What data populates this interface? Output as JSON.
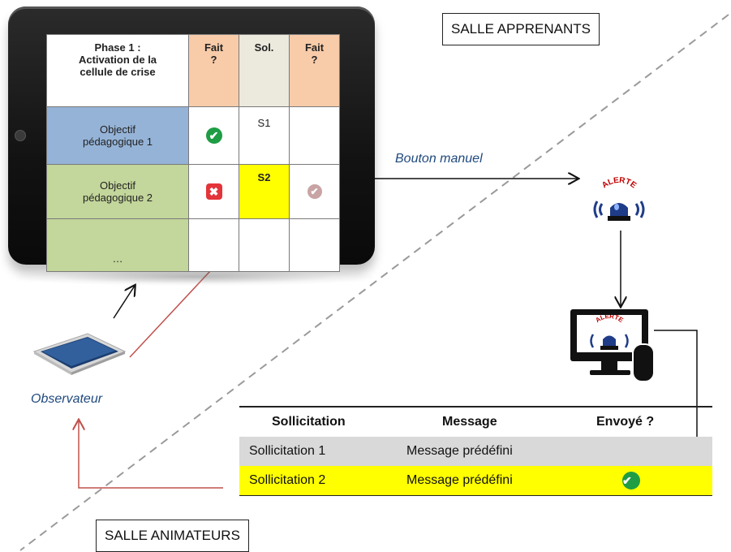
{
  "rooms": {
    "learners": "SALLE APPRENANTS",
    "facilitators": "SALLE ANIMATEURS"
  },
  "tablet_table": {
    "headers": [
      "Phase 1 :\nActivation de la\ncellule de crise",
      "Fait\n?",
      "Sol.",
      "Fait\n?"
    ],
    "rows": [
      {
        "objective": "Objectif\npédagogique 1",
        "done": "check-green",
        "solicitation": "S1",
        "done2": ""
      },
      {
        "objective": "Objectif\npédagogique 2",
        "done": "cross-red",
        "solicitation": "S2",
        "done2": "check-grey"
      },
      {
        "objective": "…",
        "done": "",
        "solicitation": "",
        "done2": ""
      }
    ]
  },
  "labels": {
    "manual_button": "Bouton manuel",
    "observer": "Observateur",
    "alert_text": "ALERTE"
  },
  "bottom_table": {
    "headers": [
      "Sollicitation",
      "Message",
      "Envoyé ?"
    ],
    "rows": [
      {
        "solicitation": "Sollicitation 1",
        "message": "Message prédéfini",
        "sent": ""
      },
      {
        "solicitation": "Sollicitation 2",
        "message": "Message prédéfini",
        "sent": "check-green"
      }
    ]
  },
  "colors": {
    "objective1": "#95b3d7",
    "objective2": "#c3d69b",
    "header_done": "#f8cba9",
    "highlight": "#ffff00",
    "grey_row": "#d9d9d9",
    "red_arrow": "#c0504d",
    "label_blue": "#1f497d"
  }
}
